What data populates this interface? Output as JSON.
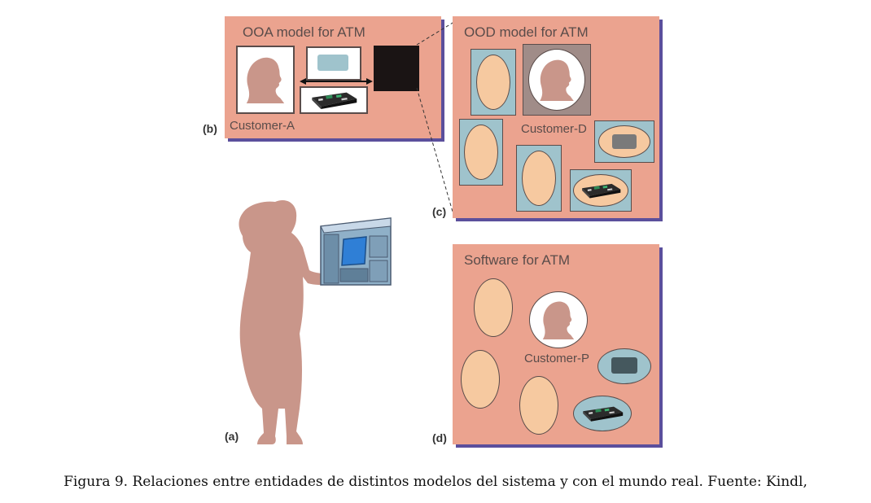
{
  "panels": {
    "b": {
      "tag": "(b)",
      "title": "OOA model for ATM",
      "label": "Customer-A"
    },
    "c": {
      "tag": "(c)",
      "title": "OOD model for ATM",
      "label": "Customer-D"
    },
    "d": {
      "tag": "(d)",
      "title": "Software for ATM",
      "label": "Customer-P"
    },
    "a": {
      "tag": "(a)"
    }
  },
  "caption": "Figura 9. Relaciones entre entidades de distintos modelos del sistema y con el mundo real. Fuente: Kindl,",
  "colors": {
    "panel_bg": "#eba38f",
    "panel_shadow": "#5b4f9c",
    "silhouette": "#c9968a",
    "object_fill": "#f6c9a0",
    "object_box": "#9fc3cc",
    "black_box": "#1a1414",
    "atm_screen": "#2f7fd6"
  },
  "icons": [
    "person-silhouette-icon",
    "atm-screen-icon",
    "circuit-board-icon",
    "black-box-icon",
    "atm-machine-icon"
  ]
}
